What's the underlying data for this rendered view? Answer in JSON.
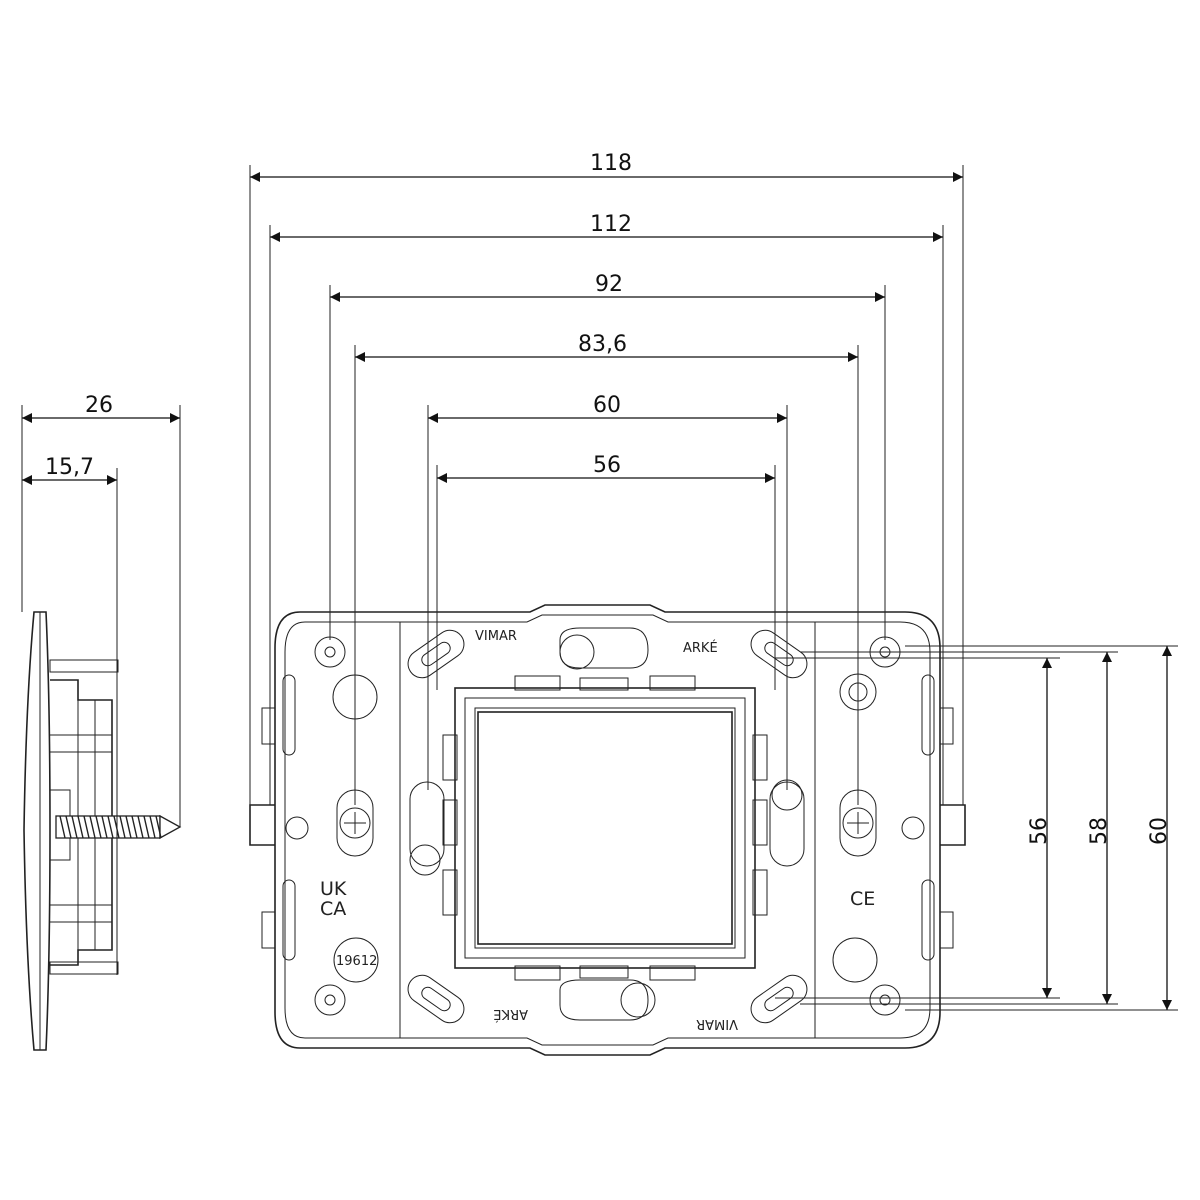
{
  "dimensions": {
    "width_118": "118",
    "width_112": "112",
    "width_92": "92",
    "width_83_6": "83,6",
    "width_60": "60",
    "width_56": "56",
    "depth_26": "26",
    "depth_15_7": "15,7",
    "height_56": "56",
    "height_58": "58",
    "height_60": "60"
  },
  "markings": {
    "brand_top": "VIMAR",
    "series_top": "ARKÉ",
    "brand_bottom": "VIMAR",
    "series_bottom": "ARKÉ",
    "ukca_line1": "UK",
    "ukca_line2": "CA",
    "ce": "CE",
    "code": "19612"
  }
}
